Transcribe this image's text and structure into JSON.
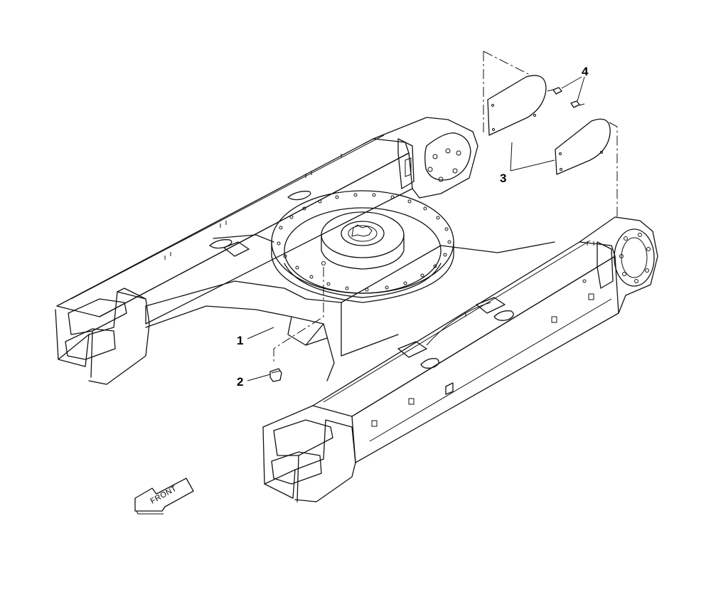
{
  "callouts": [
    {
      "id": "1",
      "label": "1"
    },
    {
      "id": "2",
      "label": "2"
    },
    {
      "id": "3",
      "label": "3"
    },
    {
      "id": "4",
      "label": "4"
    }
  ],
  "front_arrow": {
    "label": "FRONT",
    "icon": "front-direction-arrow-icon"
  },
  "colors": {
    "line": "#111111",
    "background": "#ffffff"
  }
}
